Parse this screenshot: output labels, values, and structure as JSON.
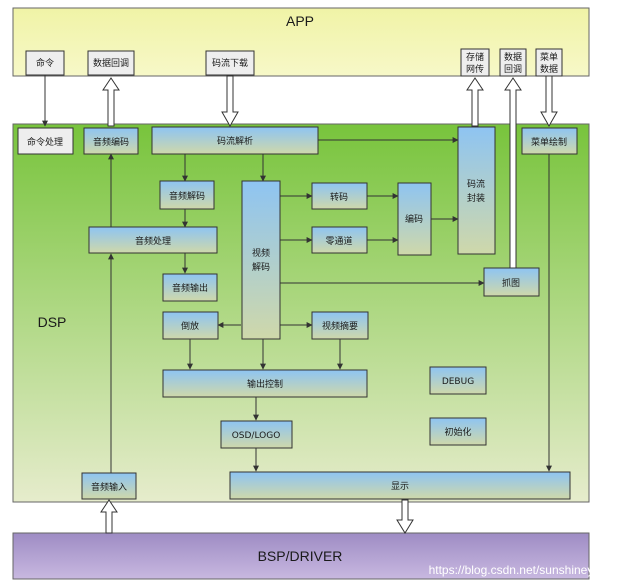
{
  "regions": {
    "app": "APP",
    "dsp": "DSP",
    "bsp": "BSP/DRIVER"
  },
  "app_items": {
    "command": "命令",
    "data_callback": "数据回调",
    "stream_download": "码流下载",
    "storage_net": [
      "存储",
      "网传"
    ],
    "data_callback2": [
      "数据",
      "回调"
    ],
    "menu_data": [
      "菜单",
      "数据"
    ]
  },
  "dsp_modules": {
    "command_process": "命令处理",
    "audio_encode": "音频编码",
    "stream_parse": "码流解析",
    "stream_pack": [
      "码流",
      "封装"
    ],
    "menu_draw": "菜单绘制",
    "audio_decode": "音频解码",
    "video_decode": [
      "视频",
      "解码"
    ],
    "transcode": "转码",
    "zero_channel": "零通道",
    "encode": "编码",
    "audio_process": "音频处理",
    "audio_output": "音频输出",
    "capture": "抓图",
    "rewind": "倒放",
    "video_summary": "视频摘要",
    "output_control": "输出控制",
    "debug": "DEBUG",
    "osd_logo": "OSD/LOGO",
    "init": "初始化",
    "audio_input": "音频输入",
    "display": "显示"
  },
  "watermark": "https://blog.csdn.net/sunshineywz",
  "colors": {
    "app_fill": "#f3f6b0",
    "dsp_top": "#78c43c",
    "dsp_bottom": "#e6eccc",
    "bsp_fill": "#b4a2d0",
    "box_top": "#8ec4f2",
    "box_bottom": "#cfd8aa",
    "small_box": "#eeeeee",
    "border": "#333333"
  }
}
